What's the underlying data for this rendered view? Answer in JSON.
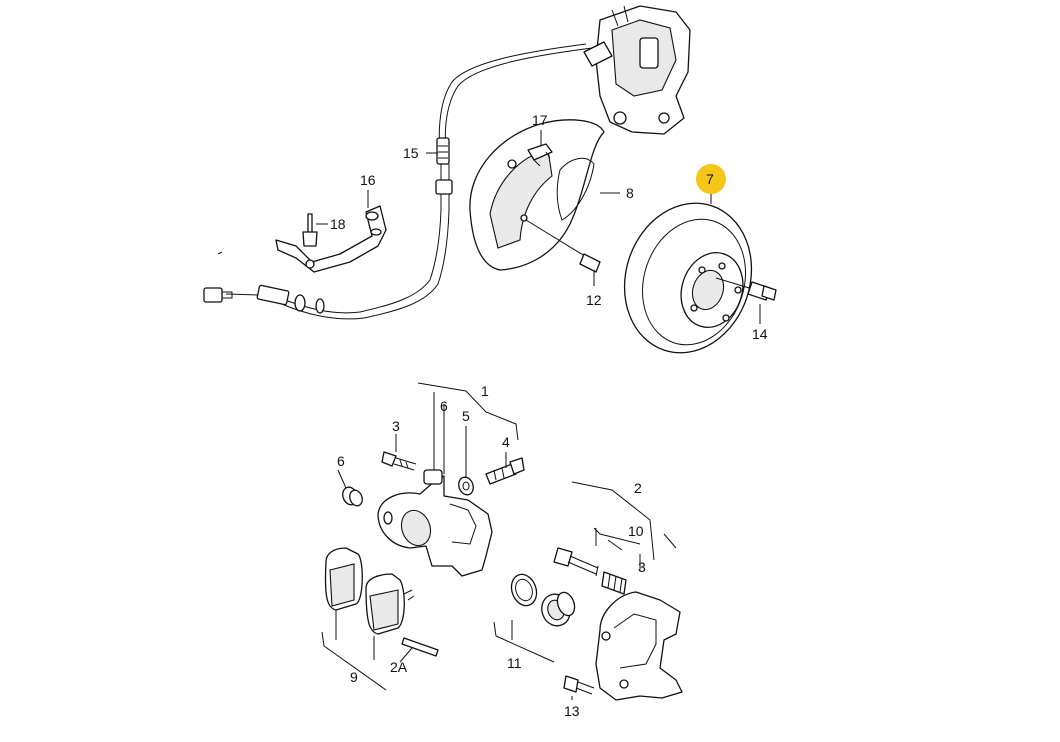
{
  "diagram": {
    "callouts": {
      "c1": "1",
      "c2": "2",
      "c2a": "2A",
      "c3a": "3",
      "c3b": "3",
      "c4": "4",
      "c5": "5",
      "c6a": "6",
      "c6b": "6",
      "c7": "7",
      "c8": "8",
      "c9": "9",
      "c10": "10",
      "c11": "11",
      "c12": "12",
      "c13": "13",
      "c14": "14",
      "c15": "15",
      "c16": "16",
      "c17": "17",
      "c18": "18"
    },
    "highlight_color": "#f5c518"
  }
}
